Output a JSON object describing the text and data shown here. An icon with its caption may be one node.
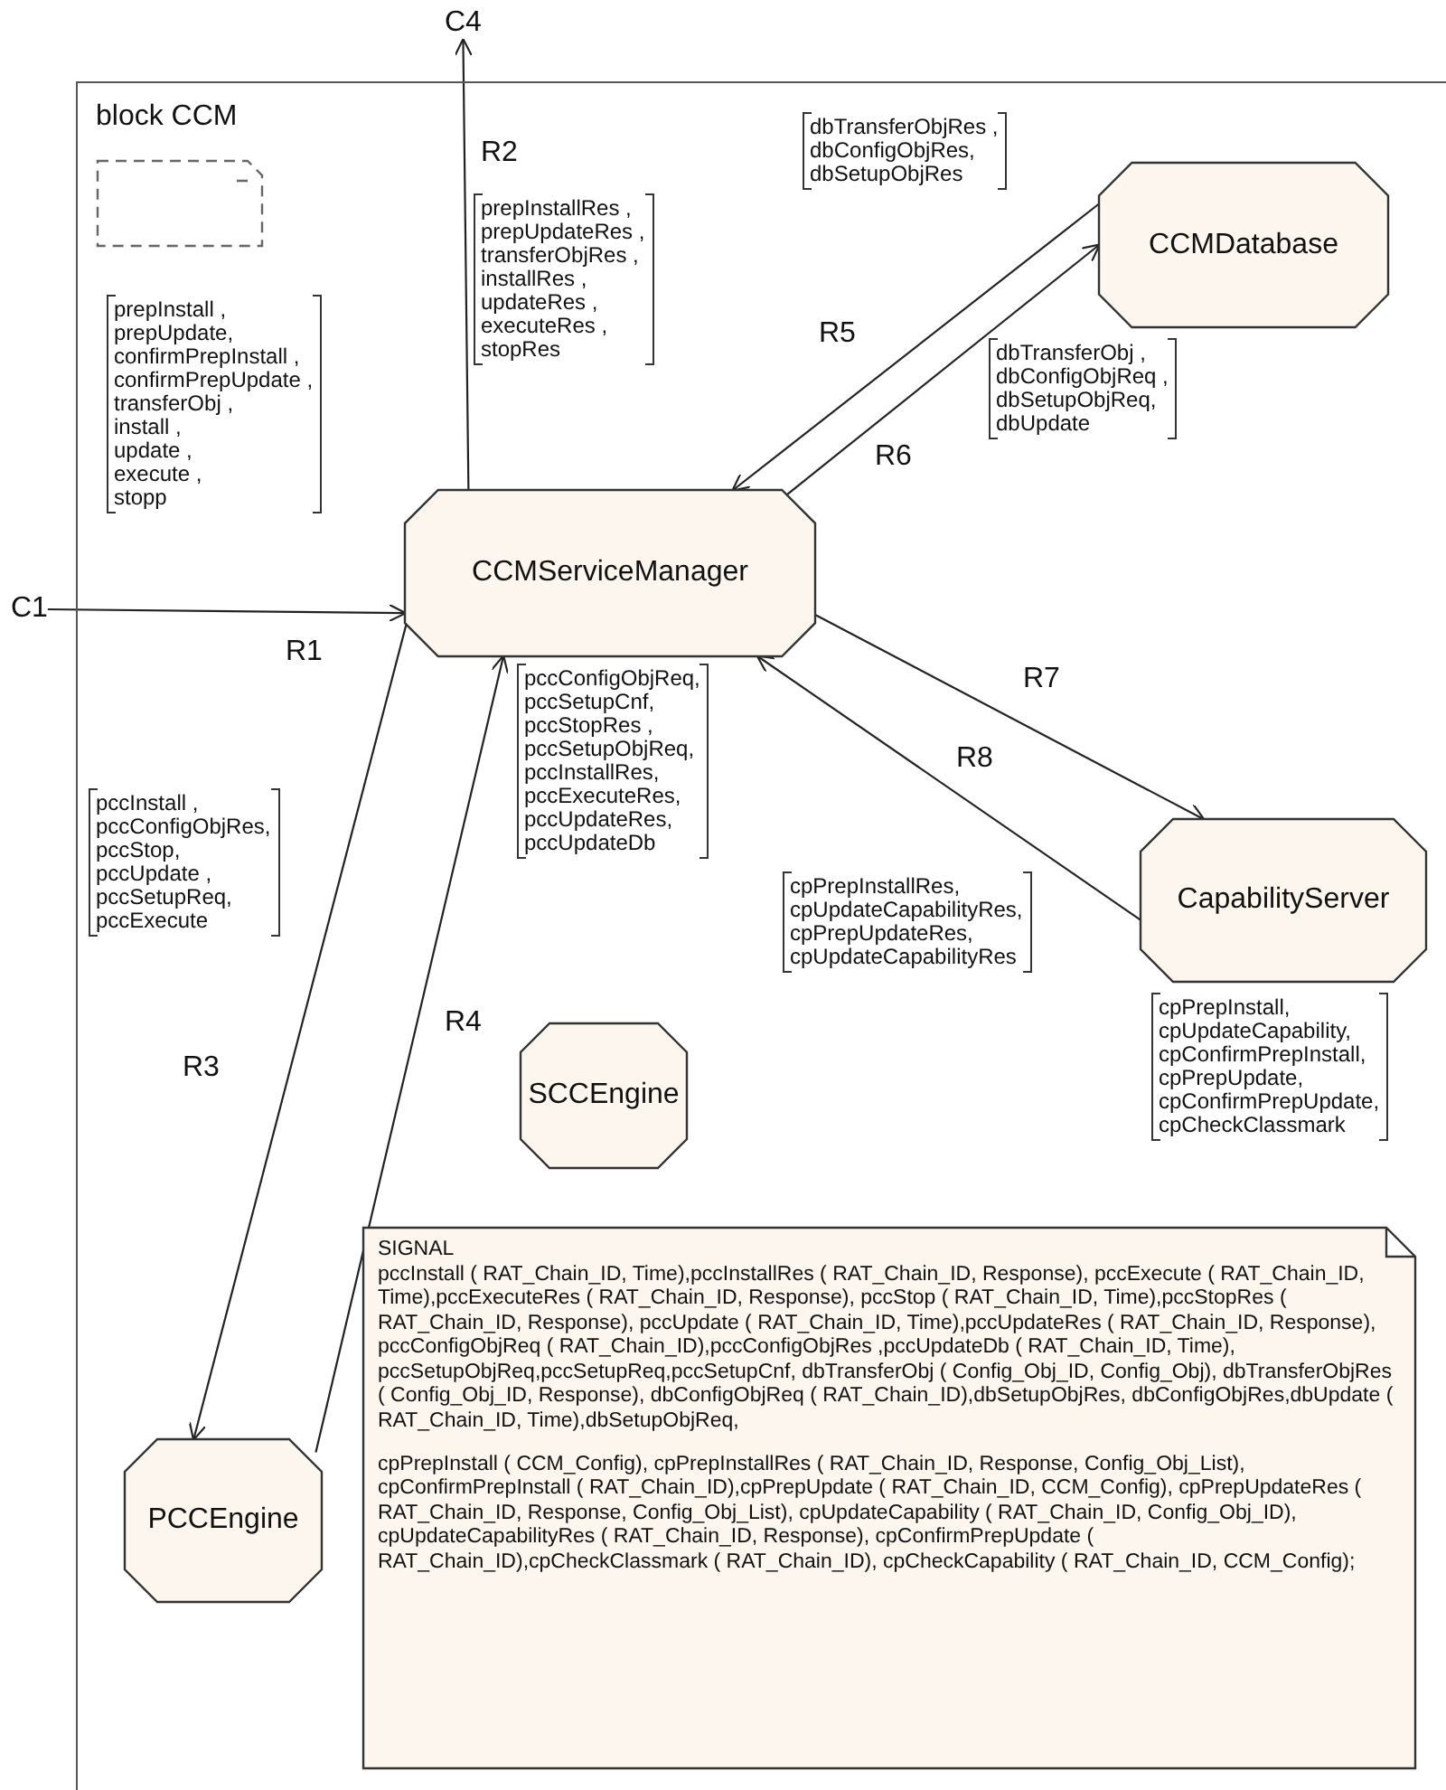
{
  "diagram": {
    "nodes": [
      {
        "text": [
          "block CCM"
        ]
      },
      {
        "text": [],
        "shape": "box",
        "in": 0
      },
      {
        "text": [
          "CCMServiceManager"
        ],
        "in": 0
      },
      {
        "text": [
          "CCMDatabase"
        ],
        "in": 0
      },
      {
        "text": [
          "CapabilityServer"
        ],
        "in": 0
      },
      {
        "text": [
          "SCCEngine"
        ],
        "in": 0
      },
      {
        "text": [
          "PCCEngine"
        ],
        "in": 0
      },
      {
        "text": [
          "SIGNAL",
          "pccInstall ( RAT_Chain_ID, Time),pccInstallRes ( RAT_Chain_ID, Response), pccExecute ( RAT_Chain_ID, Time),pccExecuteRes ( RAT_Chain_ID, Response), pccStop ( RAT_Chain_ID, Time),pccStopRes ( RAT_Chain_ID, Response), pccUpdate ( RAT_Chain_ID, Time),pccUpdateRes ( RAT_Chain_ID, Response), pccConfigObjReq ( RAT_Chain_ID),pccConfigObjRes ,pccUpdateDb ( RAT_Chain_ID, Time), pccSetupObjReq,pccSetupReq,pccSetupCnf, dbTransferObj ( Config_Obj_ID, Config_Obj), dbTransferObjRes ( Config_Obj_ID, Response), dbConfigObjReq ( RAT_Chain_ID),dbSetupObjRes, dbConfigObjRes,dbUpdate ( RAT_Chain_ID, Time),dbSetupObjReq,",
          "cpPrepInstall ( CCM_Config), cpPrepInstallRes ( RAT_Chain_ID, Response, Config_Obj_List), cpConfirmPrepInstall ( RAT_Chain_ID),cpPrepUpdate ( RAT_Chain_ID, CCM_Config), cpPrepUpdateRes ( RAT_Chain_ID, Response, Config_Obj_List), cpUpdateCapability ( RAT_Chain_ID, Config_Obj_ID), cpUpdateCapabilityRes ( RAT_Chain_ID, Response), cpConfirmPrepUpdate ( RAT_Chain_ID),cpCheckClassmark ( RAT_Chain_ID), cpCheckCapability ( RAT_Chain_ID, CCM_Config);"
        ],
        "in": 0
      },
      {
        "text": [
          "C1"
        ]
      },
      {
        "text": [
          "C4"
        ]
      }
    ],
    "edges": [
      {
        "from": 8,
        "to": 2,
        "arrow": "to",
        "label": "R1"
      },
      {
        "from": 2,
        "to": 9,
        "arrow": "to",
        "label": "R2"
      },
      {
        "from": 2,
        "to": 6,
        "arrow": "to",
        "label": "R3"
      },
      {
        "from": 6,
        "to": 2,
        "arrow": "to",
        "label": "R4"
      },
      {
        "from": 3,
        "to": 2,
        "arrow": "to",
        "label": "R5"
      },
      {
        "from": 2,
        "to": 3,
        "arrow": "to",
        "label": "R6"
      },
      {
        "from": 2,
        "to": 4,
        "arrow": "to",
        "label": "R7"
      },
      {
        "from": 4,
        "to": 2,
        "arrow": "to",
        "label": "R8"
      }
    ],
    "labels": [
      "dbTransferObjRes , dbConfigObjRes, dbSetupObjRes",
      "prepInstallRes , prepUpdateRes , transferObjRes , installRes , updateRes , executeRes , stopRes",
      "prepInstall , prepUpdate, confirmPrepInstall , confirmPrepUpdate , transferObj , install , update , execute , stopp",
      "dbTransferObj , dbConfigObjReq , dbSetupObjReq, dbUpdate",
      "pccConfigObjReq, pccSetupCnf, pccStopRes , pccSetupObjReq, pccInstallRes, pccExecuteRes, pccUpdateRes, pccUpdateDb",
      "pccInstall , pccConfigObjRes, pccStop, pccUpdate , pccSetupReq, pccExecute",
      "cpPrepInstallRes, cpUpdateCapabilityRes, cpPrepUpdateRes, cpUpdateCapabilityRes",
      "cpPrepInstall, cpUpdateCapability, cpConfirmPrepInstall, cpPrepUpdate, cpConfirmPrepUpdate, cpCheckClassmark"
    ]
  }
}
